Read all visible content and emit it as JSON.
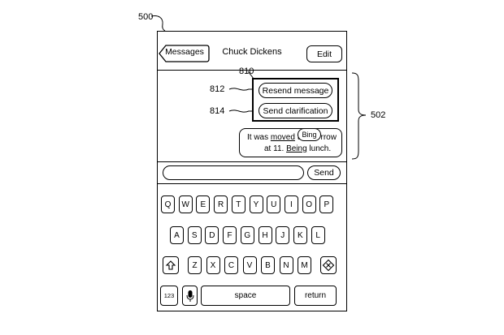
{
  "figure_refs": {
    "device": "500",
    "screen_region": "502",
    "popup": "810",
    "resend_option": "812",
    "clarify_option": "814"
  },
  "nav": {
    "back_label": "Messages",
    "contact_name": "Chuck Dickens",
    "edit_label": "Edit"
  },
  "popup": {
    "resend_label": "Resend message",
    "clarify_label": "Send clarification"
  },
  "message": {
    "line1_pre": "It was ",
    "line1_word1": "moved",
    "line1_post": " t",
    "line1_end": "rrow",
    "line2_pre": "at 11. ",
    "line2_word": "Being",
    "line2_post": " lunch.",
    "suggestion": "Bing"
  },
  "composer": {
    "input_value": "",
    "send_label": "Send"
  },
  "keyboard": {
    "row1": [
      "Q",
      "W",
      "E",
      "R",
      "T",
      "Y",
      "U",
      "I",
      "O",
      "P"
    ],
    "row2": [
      "A",
      "S",
      "D",
      "F",
      "G",
      "H",
      "J",
      "K",
      "L"
    ],
    "row3": [
      "Z",
      "X",
      "C",
      "V",
      "B",
      "N",
      "M"
    ],
    "numbers_label": "123",
    "space_label": "space",
    "return_label": "return"
  }
}
